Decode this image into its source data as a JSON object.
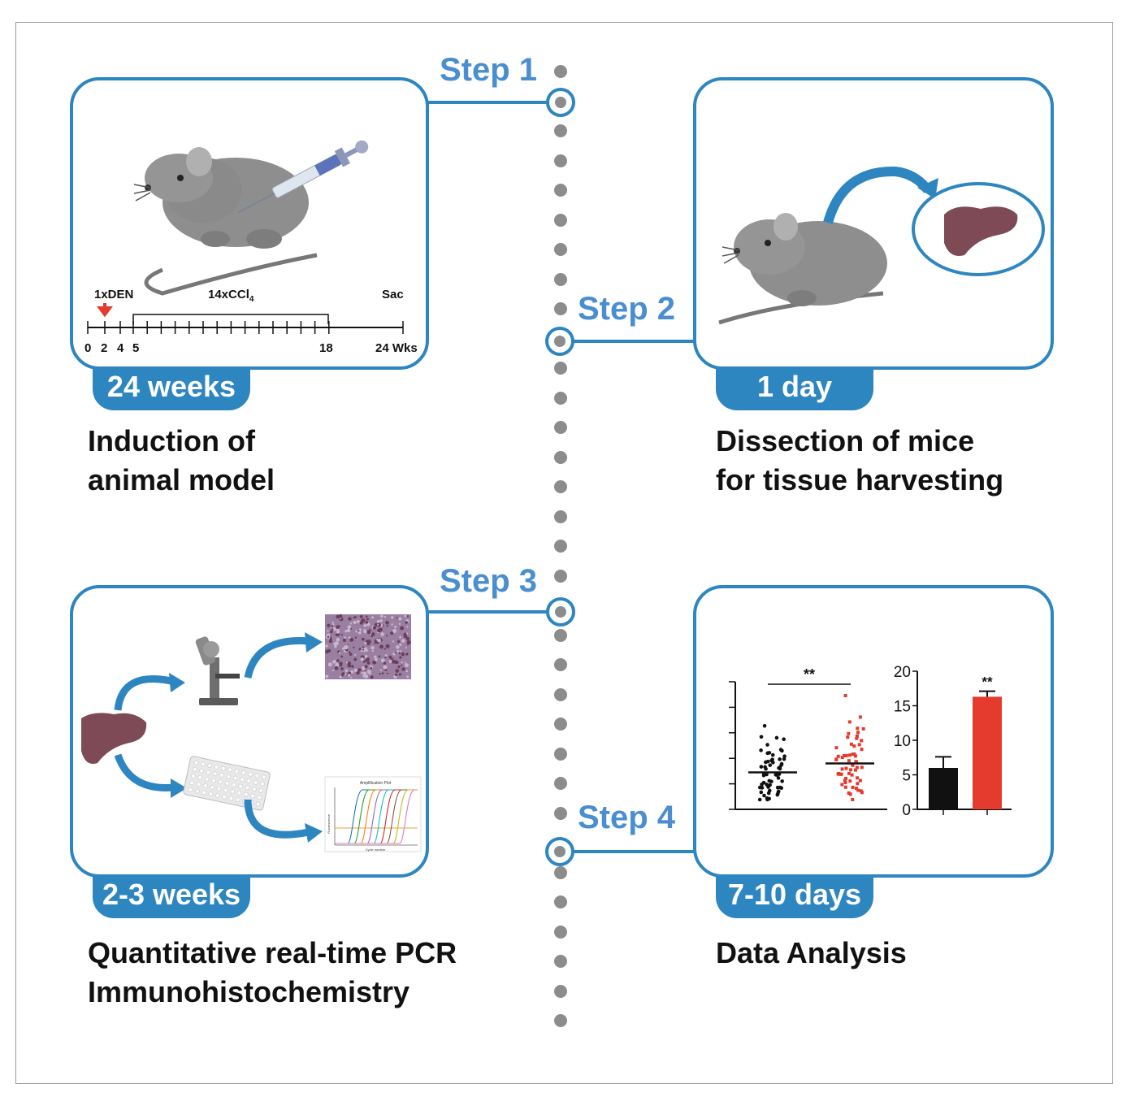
{
  "steps": [
    {
      "label": "Step 1",
      "duration": "24 weeks",
      "caption": [
        "Induction of",
        "animal model"
      ]
    },
    {
      "label": "Step 2",
      "duration": "1 day",
      "caption": [
        "Dissection of mice",
        "for tissue harvesting"
      ]
    },
    {
      "label": "Step 3",
      "duration": "2-3 weeks",
      "caption": [
        "Quantitative real-time PCR",
        "Immunohistochemistry"
      ]
    },
    {
      "label": "Step 4",
      "duration": "7-10 days",
      "caption": [
        "Data Analysis"
      ]
    }
  ],
  "timeline": {
    "dose1": "1xDEN",
    "dose2": "14xCCl",
    "dose2_sub": "4",
    "end": "Sac",
    "ticks": [
      "0",
      "2",
      "4",
      "5",
      "18",
      "24 Wks"
    ]
  },
  "qpcr_plot": {
    "title": "Amplification Plot",
    "xlabel": "Cycle number",
    "ylabel": "Fluorescence"
  },
  "chart_data": [
    {
      "type": "scatter",
      "title": "",
      "xlabel": "",
      "ylabel": "",
      "groups": [
        {
          "color": "#111111",
          "median_level": 0.29
        },
        {
          "color": "#e53b2f",
          "median_level": 0.36
        }
      ],
      "annotation": "**"
    },
    {
      "type": "bar",
      "title": "",
      "xlabel": "",
      "ylabel": "",
      "ylim": [
        0,
        20
      ],
      "yticks": [
        "0",
        "5",
        "10",
        "15",
        "20"
      ],
      "values": [
        6,
        16.3
      ],
      "errors": [
        1.6,
        0.8
      ],
      "colors": [
        "#111111",
        "#e53b2f"
      ],
      "annotation": "**"
    }
  ],
  "colors": {
    "accent": "#2e86c1",
    "step_text": "#4a8ed0",
    "dots": "#8c8c8c",
    "treated": "#e53b2f",
    "control": "#111111"
  }
}
